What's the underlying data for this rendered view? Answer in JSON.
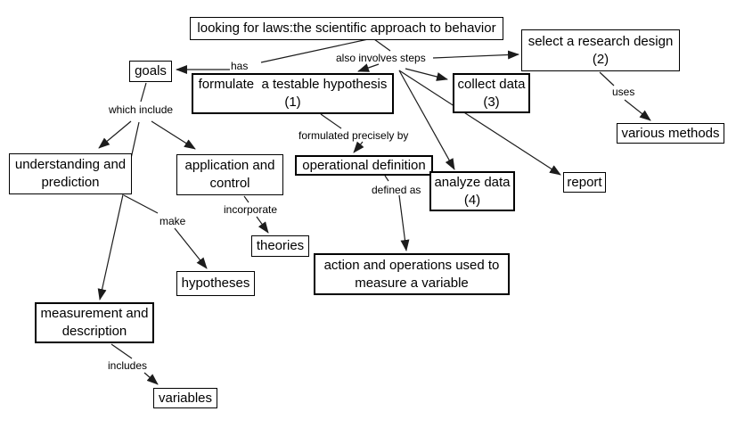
{
  "diagram": {
    "nodes": {
      "top": {
        "lines": [
          "looking for laws:the scientific approach to behavior"
        ]
      },
      "goals": {
        "lines": [
          "goals"
        ]
      },
      "formulate_hypothesis": {
        "lines": [
          "formulate  a testable hypothesis",
          "(1)"
        ]
      },
      "select_research_design": {
        "lines": [
          "select a research design",
          "(2)"
        ]
      },
      "collect_data": {
        "lines": [
          "collect data",
          "(3)"
        ]
      },
      "analyze_data": {
        "lines": [
          "analyze data",
          "(4)"
        ]
      },
      "report": {
        "lines": [
          "report"
        ]
      },
      "various_methods": {
        "lines": [
          "various methods"
        ]
      },
      "understanding_prediction": {
        "lines": [
          "understanding and",
          "prediction"
        ]
      },
      "application_control": {
        "lines": [
          "application and",
          "control"
        ]
      },
      "operational_definition": {
        "lines": [
          "operational definition"
        ]
      },
      "theories": {
        "lines": [
          "theories"
        ]
      },
      "hypotheses": {
        "lines": [
          "hypotheses"
        ]
      },
      "action_operations": {
        "lines": [
          "action and operations used to",
          "measure a variable"
        ]
      },
      "measurement_description": {
        "lines": [
          "measurement and",
          "description"
        ]
      },
      "variables": {
        "lines": [
          "variables"
        ]
      }
    },
    "edge_labels": {
      "has": "has",
      "also_involves_steps": "also involves steps",
      "which_include": "which include",
      "formulated_precisely_by": "formulated precisely by",
      "uses": "uses",
      "make": "make",
      "incorporate": "incorporate",
      "defined_as": "defined as",
      "includes": "includes"
    },
    "colors": {
      "background": "#ffffff",
      "box_border": "#000000",
      "line": "#1c1c1c",
      "text": "#000000"
    }
  }
}
